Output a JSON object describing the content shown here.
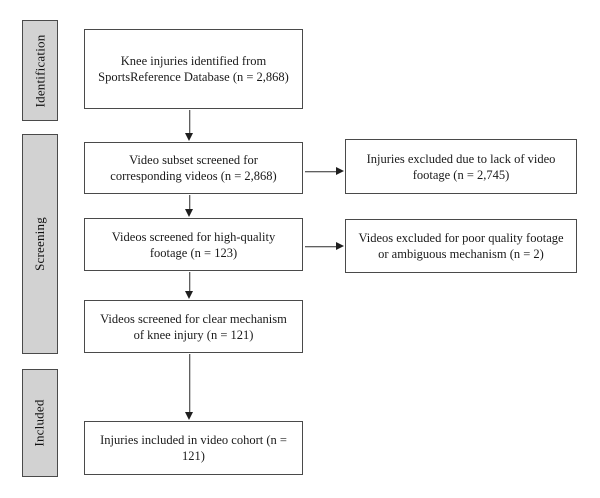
{
  "stages": [
    {
      "label": "Identification"
    },
    {
      "label": "Screening"
    },
    {
      "label": "Included"
    }
  ],
  "flow": {
    "main": [
      {
        "lines": [
          "Knee injuries identified from",
          "SportsReference Database (n = 2,868)"
        ]
      },
      {
        "lines": [
          "Video subset screened for",
          "corresponding videos (n = 2,868)"
        ]
      },
      {
        "lines": [
          "Videos screened for high-quality",
          "footage (n = 123)"
        ]
      },
      {
        "lines": [
          "Videos screened for clear mechanism",
          "of knee injury (n = 121)"
        ]
      },
      {
        "lines": [
          "Injuries included in video cohort (n =",
          "121)"
        ]
      }
    ],
    "exclusions": [
      {
        "lines": [
          "Injuries excluded due to lack of video",
          "footage (n = 2,745)"
        ]
      },
      {
        "lines": [
          "Videos excluded for poor quality footage",
          "or ambiguous mechanism (n = 2)"
        ]
      }
    ]
  },
  "colors": {
    "stage_fill": "#d2d2d2",
    "box_border": "#4a4a4a",
    "arrow": "#2b2b2b",
    "text": "#1a1a1a",
    "background": "#ffffff"
  }
}
